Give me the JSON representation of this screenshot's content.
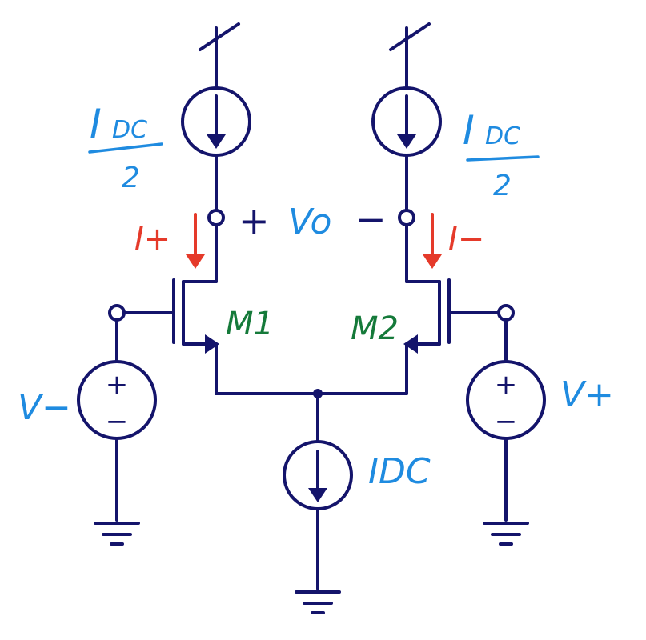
{
  "labels": {
    "i_dc_half_left": {
      "num": "I",
      "sub": "DC",
      "den": "2"
    },
    "i_dc_half_right": {
      "num": "I",
      "sub": "DC",
      "den": "2"
    },
    "i_plus": "I+",
    "i_minus": "I−",
    "v_o": "Vo",
    "plus_sign": "+",
    "minus_sign": "−",
    "m1": "M1",
    "m2": "M2",
    "v_minus": "V−",
    "v_plus": "V+",
    "i_dc": "IDC",
    "src_plus": "+",
    "src_minus": "−"
  },
  "colors": {
    "wire": "#14146b",
    "label_blue": "#1f8be0",
    "label_red": "#e53a2a",
    "label_green": "#157a3a"
  }
}
